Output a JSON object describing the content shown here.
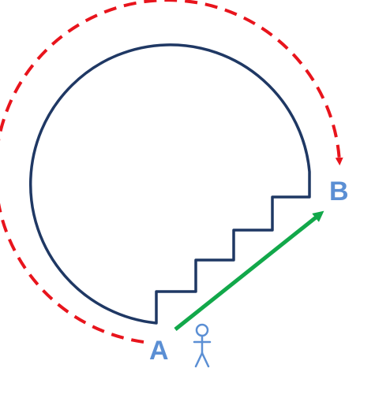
{
  "labels": {
    "start": "A",
    "end": "B"
  },
  "colors": {
    "loop_stroke": "#1f3864",
    "long_route": "#e8141c",
    "short_route": "#12a84a",
    "label_text": "#5b8fd4",
    "person": "#5b8fd4",
    "background": "#ffffff"
  },
  "icons": {
    "person": "stick-figure-icon",
    "long_route_arrow": "dashed-arrow",
    "short_route_arrow": "solid-arrow"
  }
}
